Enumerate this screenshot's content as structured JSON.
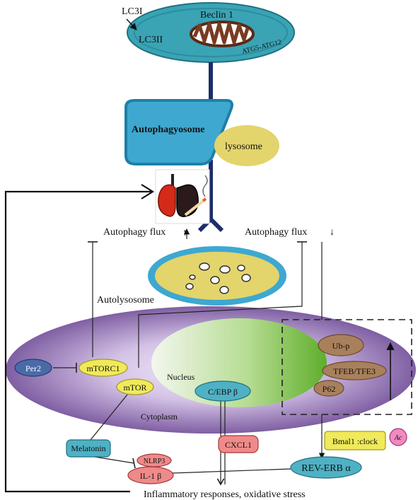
{
  "labels": {
    "lc3i": "LC3I",
    "lc3ii": "LC3II",
    "beclin1": "Beclin 1",
    "atg": "ATG5-ATG12",
    "autophagyosome": "Autophagyosome",
    "lysosome": "lysosome",
    "autophagy_flux_up": "Autophagy flux",
    "up_arrow": "↑",
    "autophagy_flux_down": "Autophagy flux",
    "down_arrow": "↓",
    "autolysosome": "Autolysosome",
    "per2": "Per2",
    "mtorc1": "mTORC1",
    "mtor": "mTOR",
    "nucleus": "Nucleus",
    "cebp": "C/EBP β",
    "cytoplasm": "Cytoplasm",
    "ubp": "Ub-p",
    "tfeb": "TFEB/TFE3",
    "p62": "P62",
    "melatonin": "Melatonin",
    "nlrp3": "NLRP3",
    "il1b": "IL-1 β",
    "cxcl1": "CXCL1",
    "bmal1": "Bmal1 :clock",
    "ac": "Ac",
    "reverb": "REV-ERB α",
    "inflammatory": "Inflammatory responses, oxidative stress"
  },
  "colors": {
    "mito_outer": "#3aa3b4",
    "mito_ring": "#2e8a9c",
    "mito_inner": "#7a3b22",
    "connector": "#1b2d6b",
    "autophagosome": "#3ea8d0",
    "lysosome": "#e3d46c",
    "cell_purple": "#7c5aa0",
    "nucleus_green": "#6fb83a",
    "oval_yellow": "#f0ea5a",
    "oval_blue": "#4a6aa8",
    "oval_teal": "#4fb1c4",
    "oval_brown": "#a8805c",
    "oval_pink": "#f08a8a",
    "lung_red": "#d42a1a",
    "lung_dark": "#2a1a1a"
  }
}
